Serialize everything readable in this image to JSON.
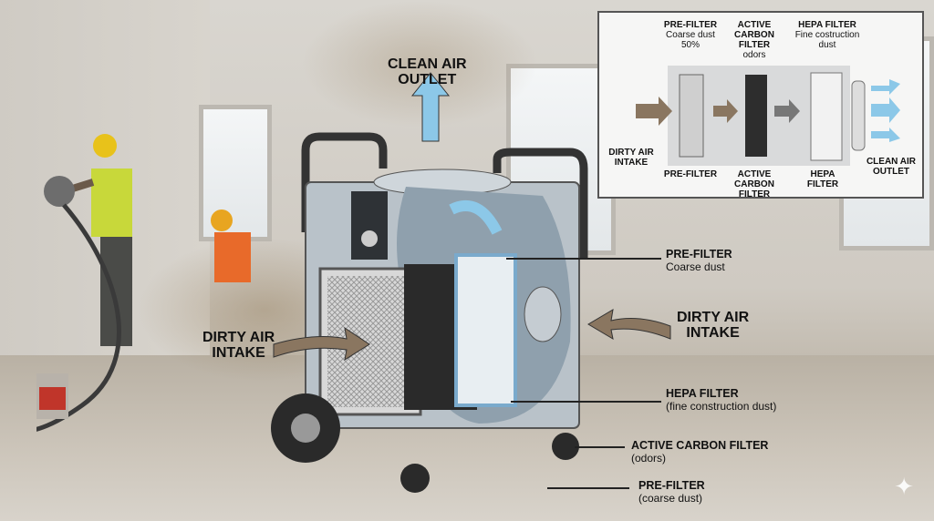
{
  "top_label": {
    "line1": "CLEAN AIR",
    "line2": "OUTLET"
  },
  "left_label": {
    "line1": "DIRTY AIR",
    "line2": "INTAKE"
  },
  "right_label": {
    "line1": "DIRTY AIR",
    "line2": "INTAKE"
  },
  "callouts": [
    {
      "title": "PRE-FILTER",
      "sub": "Coarse dust"
    },
    {
      "title": "HEPA FILTER",
      "sub": "(fine construction dust)"
    },
    {
      "title": "ACTIVE CARBON FILTER",
      "sub": "(odors)"
    },
    {
      "title": "PRE-FILTER",
      "sub": "(coarse dust)"
    }
  ],
  "inset": {
    "top": [
      {
        "title": "PRE-FILTER",
        "sub": "Coarse dust 50%"
      },
      {
        "title": "ACTIVE CARBON FILTER",
        "sub": "odors"
      },
      {
        "title": "HEPA FILTER",
        "sub": "Fine costruction dust"
      }
    ],
    "bottom": [
      "PRE-FILTER",
      "ACTIVE CARBON FILTER",
      "HEPA FILTER"
    ],
    "intake": "DIRTY AIR INTAKE",
    "outlet": "CLEAN AIR OUTLET"
  },
  "colors": {
    "clean_air": "#8cc8e8",
    "dirty_air": "#8a7660",
    "machine": "#b9c2c9"
  }
}
